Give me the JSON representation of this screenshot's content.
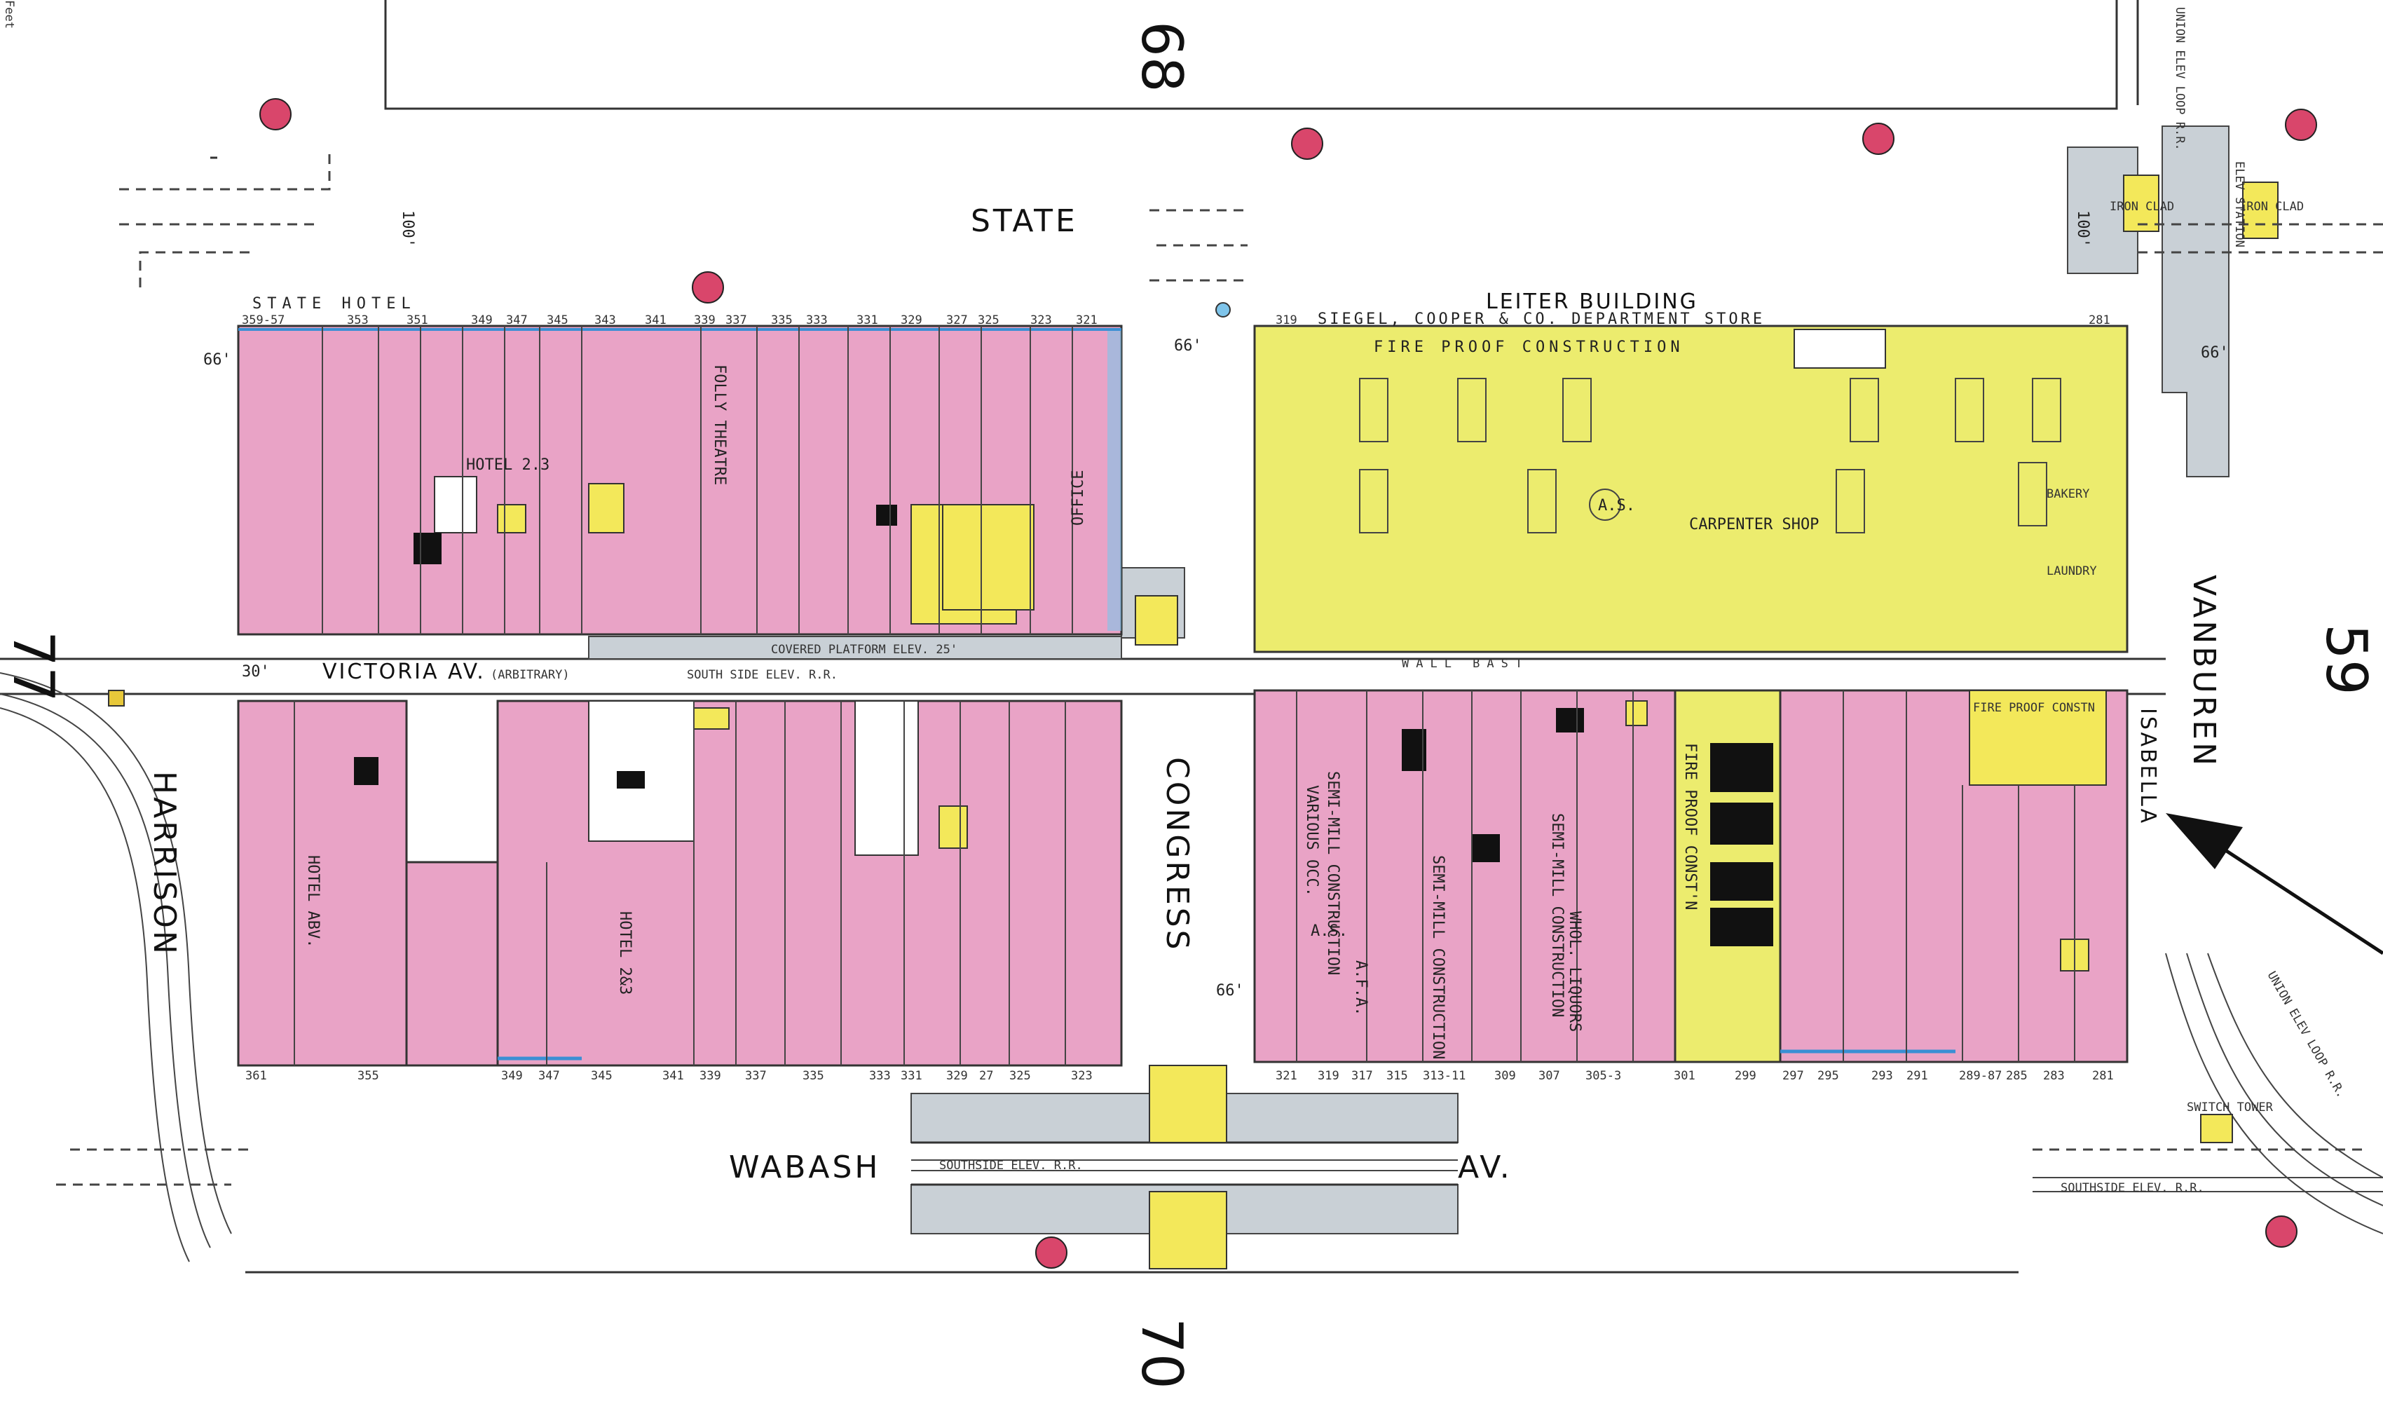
{
  "streets": {
    "state": "STATE",
    "wabash": "WABASH",
    "wabash_av": "AV.",
    "harrison": "HARRISON",
    "vanburen": "VANBUREN",
    "congress": "CONGRESS",
    "victoria": "VICTORIA AV.",
    "victoria_note": "(ARBITRARY)",
    "isabella": "ISABELLA"
  },
  "sheet_numbers": {
    "top": "68",
    "bottom": "70",
    "left": "77",
    "right": "59"
  },
  "labels": {
    "leiter_building": "LEITER BUILDING",
    "siegel_cooper": "SIEGEL, COOPER & CO. DEPARTMENT STORE",
    "fire_proof": "FIRE PROOF CONSTRUCTION",
    "state_hotel": "STATE HOTEL",
    "folly_theatre": "FOLLY THEATRE",
    "hotel_23": "HOTEL 2.3",
    "office": "OFFICE",
    "carpenter_shop": "CARPENTER SHOP",
    "laundry": "LAUNDRY",
    "bakery": "BAKERY",
    "hotel_ab": "HOTEL ABV.",
    "hotel_28": "HOTEL 2&3",
    "south_side_elev": "SOUTH SIDE ELEV. R.R.",
    "covered_platform": "COVERED PLATFORM ELEV. 25'",
    "southside_elev_rr": "SOUTHSIDE ELEV. R.R.",
    "union_elev_loop": "UNION ELEV LOOP R.R.",
    "elev_station": "ELEV STATION",
    "semi_mill": "SEMI-MILL CONSTRUCTION",
    "various_occ": "VARIOUS OCC.",
    "whol_liquors": "WHOL. LIQUORS",
    "fire_proof_constn": "FIRE PROOF CONST'N",
    "fire_proof_constn_small": "FIRE PROOF CONSTN",
    "as_mark": "A.S.",
    "afa": "A.F.A.",
    "switch_tower": "SWITCH TOWER",
    "iron_clad": "IRON CLAD",
    "wall_bast": "WALL BAST"
  },
  "dimensions": {
    "w100": "100'",
    "w66": "66'",
    "w30": "30'",
    "w66b": "66'"
  },
  "addresses_top": [
    "359-57",
    "353",
    "351",
    "349",
    "347",
    "345",
    "343",
    "341",
    "339",
    "337",
    "335",
    "333",
    "331",
    "329",
    "327",
    "325",
    "323",
    "321",
    "319",
    "281"
  ],
  "addresses_bottom": [
    "361",
    "355",
    "349",
    "347",
    "345",
    "341",
    "339",
    "337",
    "335",
    "333",
    "331",
    "329",
    "27",
    "325",
    "323",
    "321",
    "319",
    "317",
    "315",
    "313-11",
    "309",
    "307",
    "305-3",
    "301",
    "299",
    "297",
    "295",
    "293",
    "291",
    "289-87",
    "285",
    "283",
    "281"
  ],
  "corner_text": "Feet",
  "colors": {
    "brick": "#e9a3c6",
    "fireproof": "#ecec6e",
    "hydrant": "#d9466b",
    "elevated": "#c9d0d6"
  }
}
